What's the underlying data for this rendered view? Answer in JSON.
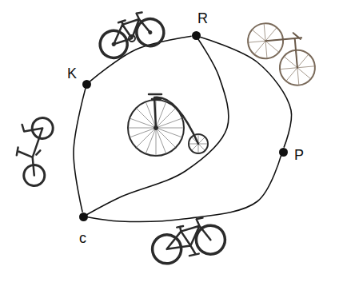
{
  "diagram": {
    "nodes": [
      {
        "text": [
          "K"
        ]
      },
      {
        "text": [
          "R"
        ]
      },
      {
        "text": [
          "P"
        ]
      },
      {
        "text": [
          "c"
        ]
      }
    ],
    "edges": [
      {
        "from": 0,
        "to": 1,
        "arrow": "none"
      },
      {
        "from": 1,
        "to": 2,
        "arrow": "none"
      },
      {
        "from": 2,
        "to": 3,
        "arrow": "none"
      },
      {
        "from": 3,
        "to": 0,
        "arrow": "none"
      },
      {
        "from": 1,
        "to": 3,
        "arrow": "none"
      }
    ]
  }
}
